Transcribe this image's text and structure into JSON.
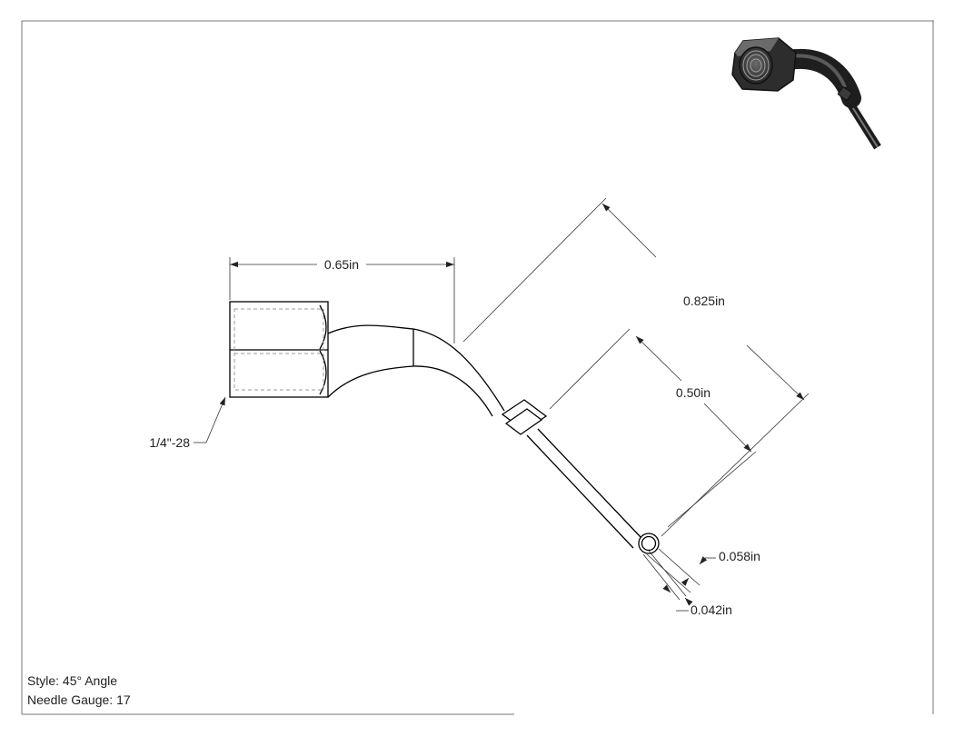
{
  "dimensions": {
    "nut_length": "0.65in",
    "total_length": "0.825in",
    "needle_length": "0.50in",
    "outer_diameter": "0.058in",
    "inner_diameter": "0.042in"
  },
  "thread_callout": "1/4\"-28",
  "notes": {
    "style": "Style: 45° Angle",
    "gauge": "Needle Gauge: 17"
  },
  "colors": {
    "line": "#000000",
    "dim_line": "#333333",
    "hidden_line": "#9a9a9a",
    "thumbnail_body": "#2b2b2b"
  }
}
